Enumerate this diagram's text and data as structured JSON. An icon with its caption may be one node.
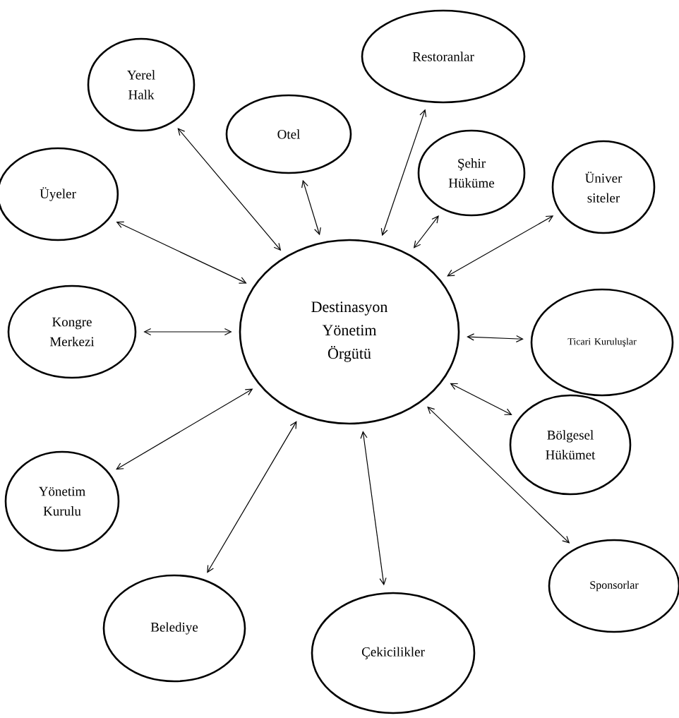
{
  "diagram": {
    "nodes": [
      {
        "text": [
          "Yerel Halk"
        ]
      },
      {
        "text": [
          "Restoranlar"
        ]
      },
      {
        "text": [
          "Otel"
        ]
      },
      {
        "text": [
          "Şehir Hüküme"
        ]
      },
      {
        "text": [
          "Üyeler"
        ]
      },
      {
        "text": [
          "Üniver siteler"
        ]
      },
      {
        "text": [
          "Destinasyon Yönetim Örgütü"
        ]
      },
      {
        "text": [
          "Kongre Merkezi"
        ]
      },
      {
        "text": [
          "Ticari Kuruluşlar"
        ]
      },
      {
        "text": [
          "Bölgesel Hükümet"
        ]
      },
      {
        "text": [
          "Yönetim Kurulu"
        ]
      },
      {
        "text": [
          "Sponsorlar"
        ]
      },
      {
        "text": [
          "Belediye"
        ]
      },
      {
        "text": [
          "Çekicilikler"
        ]
      }
    ],
    "edges": [
      {
        "from": 6,
        "to": 0,
        "arrow": "both"
      },
      {
        "from": 6,
        "to": 1,
        "arrow": "both"
      },
      {
        "from": 6,
        "to": 2,
        "arrow": "both"
      },
      {
        "from": 6,
        "to": 3,
        "arrow": "both"
      },
      {
        "from": 6,
        "to": 4,
        "arrow": "both"
      },
      {
        "from": 6,
        "to": 5,
        "arrow": "both"
      },
      {
        "from": 6,
        "to": 7,
        "arrow": "both"
      },
      {
        "from": 6,
        "to": 8,
        "arrow": "both"
      },
      {
        "from": 6,
        "to": 9,
        "arrow": "both"
      },
      {
        "from": 6,
        "to": 10,
        "arrow": "both"
      },
      {
        "from": 6,
        "to": 11,
        "arrow": "both"
      },
      {
        "from": 6,
        "to": 12,
        "arrow": "both"
      },
      {
        "from": 6,
        "to": 13,
        "arrow": "both"
      }
    ]
  }
}
